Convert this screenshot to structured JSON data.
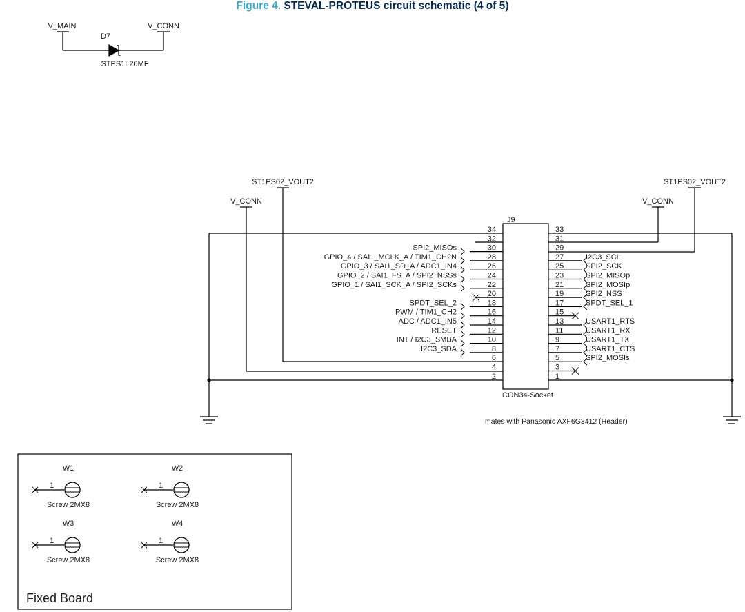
{
  "figure": {
    "number": "Figure 4.",
    "title": "STEVAL-PROTEUS circuit schematic (4 of 5)"
  },
  "colors": {
    "figure_number": "#3fa9c9",
    "figure_title": "#07294d",
    "wire": "#000000"
  },
  "diode": {
    "ref": "D7",
    "part": "STPS1L20MF",
    "anode_net": "V_MAIN",
    "cathode_net": "V_CONN"
  },
  "connector": {
    "ref": "J9",
    "part": "CON34-Socket",
    "note": "mates with Panasonic AXF6G3412 (Header)",
    "power_nets": {
      "left_outer": "ST1PS02_VOUT2",
      "left_inner": "V_CONN",
      "right_inner": "V_CONN",
      "right_outer": "ST1PS02_VOUT2"
    },
    "left_pins": [
      {
        "pin": "34",
        "net": ""
      },
      {
        "pin": "32",
        "net": ""
      },
      {
        "pin": "30",
        "net": "SPI2_MISOs"
      },
      {
        "pin": "28",
        "net": "GPIO_4 / SAI1_MCLK_A / TIM1_CH2N"
      },
      {
        "pin": "26",
        "net": "GPIO_3 / SAI1_SD_A / ADC1_IN4"
      },
      {
        "pin": "24",
        "net": "GPIO_2 / SAI1_FS_A / SPI2_NSSs"
      },
      {
        "pin": "22",
        "net": "GPIO_1 / SAI1_SCK_A / SPI2_SCKs"
      },
      {
        "pin": "20",
        "net": ""
      },
      {
        "pin": "18",
        "net": "SPDT_SEL_2"
      },
      {
        "pin": "16",
        "net": "PWM / TIM1_CH2"
      },
      {
        "pin": "14",
        "net": "ADC / ADC1_IN5"
      },
      {
        "pin": "12",
        "net": "RESET"
      },
      {
        "pin": "10",
        "net": "INT / I2C3_SMBA"
      },
      {
        "pin": "8",
        "net": "I2C3_SDA"
      },
      {
        "pin": "6",
        "net": ""
      },
      {
        "pin": "4",
        "net": ""
      },
      {
        "pin": "2",
        "net": ""
      }
    ],
    "right_pins": [
      {
        "pin": "33",
        "net": ""
      },
      {
        "pin": "31",
        "net": ""
      },
      {
        "pin": "29",
        "net": ""
      },
      {
        "pin": "27",
        "net": "I2C3_SCL"
      },
      {
        "pin": "25",
        "net": "SPI2_SCK"
      },
      {
        "pin": "23",
        "net": "SPI2_MISOp"
      },
      {
        "pin": "21",
        "net": "SPI2_MOSIp"
      },
      {
        "pin": "19",
        "net": "SPI2_NSS"
      },
      {
        "pin": "17",
        "net": "SPDT_SEL_1"
      },
      {
        "pin": "15",
        "net": ""
      },
      {
        "pin": "13",
        "net": "USART1_RTS"
      },
      {
        "pin": "11",
        "net": "USART1_RX"
      },
      {
        "pin": "9",
        "net": "USART1_TX"
      },
      {
        "pin": "7",
        "net": "USART1_CTS"
      },
      {
        "pin": "5",
        "net": "SPI2_MOSIs"
      },
      {
        "pin": "3",
        "net": ""
      },
      {
        "pin": "1",
        "net": ""
      }
    ]
  },
  "fixed_board": {
    "label": "Fixed Board",
    "screws": [
      {
        "ref": "W1",
        "pin": "1",
        "part": "Screw 2MX8"
      },
      {
        "ref": "W2",
        "pin": "1",
        "part": "Screw 2MX8"
      },
      {
        "ref": "W3",
        "pin": "1",
        "part": "Screw 2MX8"
      },
      {
        "ref": "W4",
        "pin": "1",
        "part": "Screw 2MX8"
      }
    ]
  }
}
